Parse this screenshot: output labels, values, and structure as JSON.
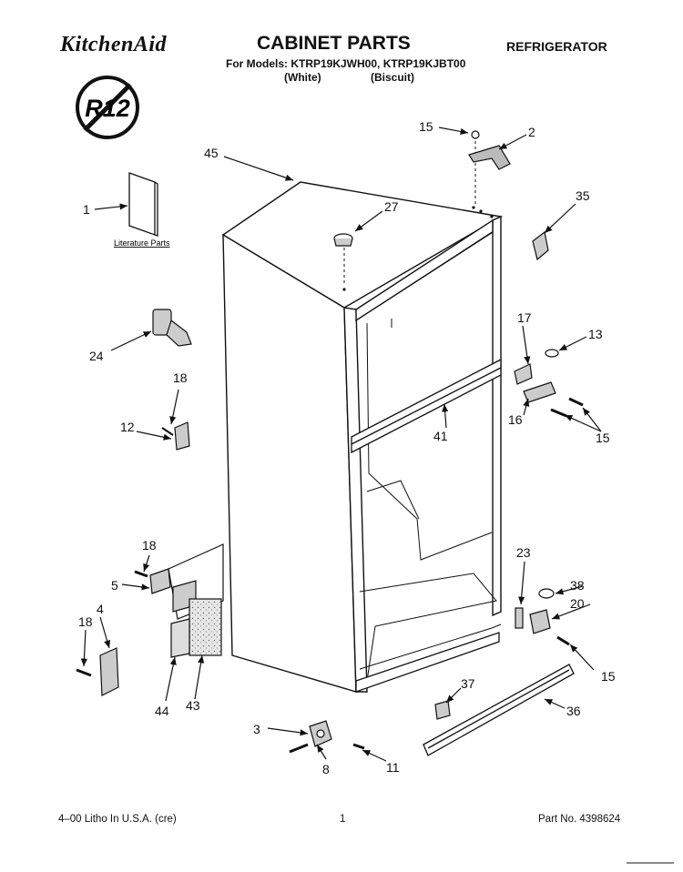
{
  "header": {
    "brand": "KitchenAid",
    "title": "CABINET PARTS",
    "category": "REFRIGERATOR",
    "models_line": "For Models: KTRP19KJWH00, KTRP19KJBT00",
    "variant_white": "(White)",
    "variant_biscuit": "(Biscuit)"
  },
  "logo": {
    "text": "R12"
  },
  "literature_label": "Literature Parts",
  "callouts": [
    {
      "id": "c15a",
      "text": "15"
    },
    {
      "id": "c2",
      "text": "2"
    },
    {
      "id": "c45",
      "text": "45"
    },
    {
      "id": "c35",
      "text": "35"
    },
    {
      "id": "c1",
      "text": "1"
    },
    {
      "id": "c27",
      "text": "27"
    },
    {
      "id": "c17",
      "text": "17"
    },
    {
      "id": "c13",
      "text": "13"
    },
    {
      "id": "c24",
      "text": "24"
    },
    {
      "id": "c18a",
      "text": "18"
    },
    {
      "id": "c12",
      "text": "12"
    },
    {
      "id": "c16",
      "text": "16"
    },
    {
      "id": "c41",
      "text": "41"
    },
    {
      "id": "c15b",
      "text": "15"
    },
    {
      "id": "c18b",
      "text": "18"
    },
    {
      "id": "c5",
      "text": "5"
    },
    {
      "id": "c23",
      "text": "23"
    },
    {
      "id": "c38",
      "text": "38"
    },
    {
      "id": "c20",
      "text": "20"
    },
    {
      "id": "c18c",
      "text": "18"
    },
    {
      "id": "c4",
      "text": "4"
    },
    {
      "id": "c15c",
      "text": "15"
    },
    {
      "id": "c44",
      "text": "44"
    },
    {
      "id": "c43",
      "text": "43"
    },
    {
      "id": "c37",
      "text": "37"
    },
    {
      "id": "c36",
      "text": "36"
    },
    {
      "id": "c3",
      "text": "3"
    },
    {
      "id": "c8",
      "text": "8"
    },
    {
      "id": "c11",
      "text": "11"
    }
  ],
  "footer": {
    "left": "4–00 Litho In U.S.A. (cre)",
    "page": "1",
    "part_no": "Part No. 4398624"
  }
}
